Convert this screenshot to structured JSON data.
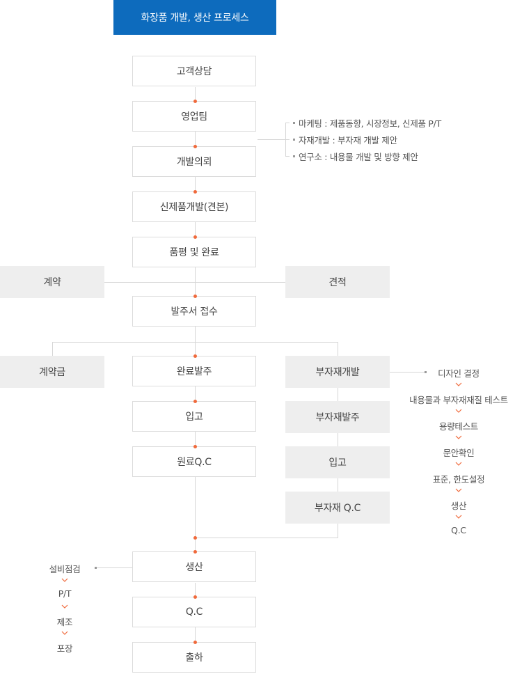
{
  "header": {
    "title": "화장품 개발, 생산 프로세스"
  },
  "main_flow": [
    "고객상담",
    "영업팀",
    "개발의뢰",
    "신제품개발(견본)",
    "품평 및 완료",
    "발주서 접수",
    "완료발주",
    "입고",
    "원료Q.C",
    "생산",
    "Q.C",
    "출하"
  ],
  "side": {
    "contract": "계약",
    "estimate": "견적",
    "down_payment": "계약금"
  },
  "sales_notes": [
    "마케팅 : 제품동향, 시장정보, 신제품 P/T",
    "자재개발 : 부자재 개발 제안",
    "연구소 : 내용물 개발 및 방향 제안"
  ],
  "subsidiary_flow": [
    "부자재개발",
    "부자재발주",
    "입고",
    "부자재 Q.C"
  ],
  "subsidiary_steps": [
    "디자인 결정",
    "내용물과 부자재재질 테스트",
    "용량테스트",
    "문안확인",
    "표준, 한도설정",
    "생산",
    "Q.C"
  ],
  "production_steps": [
    "설비점검",
    "P/T",
    "제조",
    "포장"
  ],
  "colors": {
    "header_bg": "#0d6bbd",
    "connector_dot": "#f06a3c",
    "gray_box": "#eeeeee"
  }
}
